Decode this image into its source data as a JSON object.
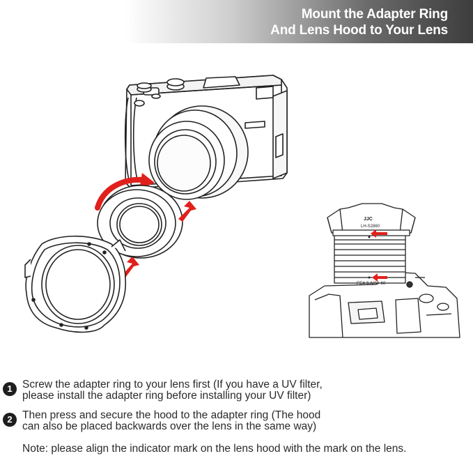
{
  "banner": {
    "title_line1": "Mount the Adapter Ring",
    "title_line2": "And Lens Hood to Your Lens"
  },
  "illustration": {
    "hood_brand": "JJC",
    "hood_model": "LH-S2860",
    "lens_marking": "FE4-5.6/28-60",
    "arrow_color": "#e0201c"
  },
  "steps": [
    {
      "number": "1",
      "line1": "Screw the adapter ring to your lens first (If you have a UV filter,",
      "line2": "please install the adapter ring before installing your UV filter)"
    },
    {
      "number": "2",
      "line1": "Then press and secure the hood to the adapter ring (The hood",
      "line2": "can also be placed backwards over the lens in the same way)"
    }
  ],
  "note": "Note: please align the indicator mark on the lens hood with the mark on the lens."
}
